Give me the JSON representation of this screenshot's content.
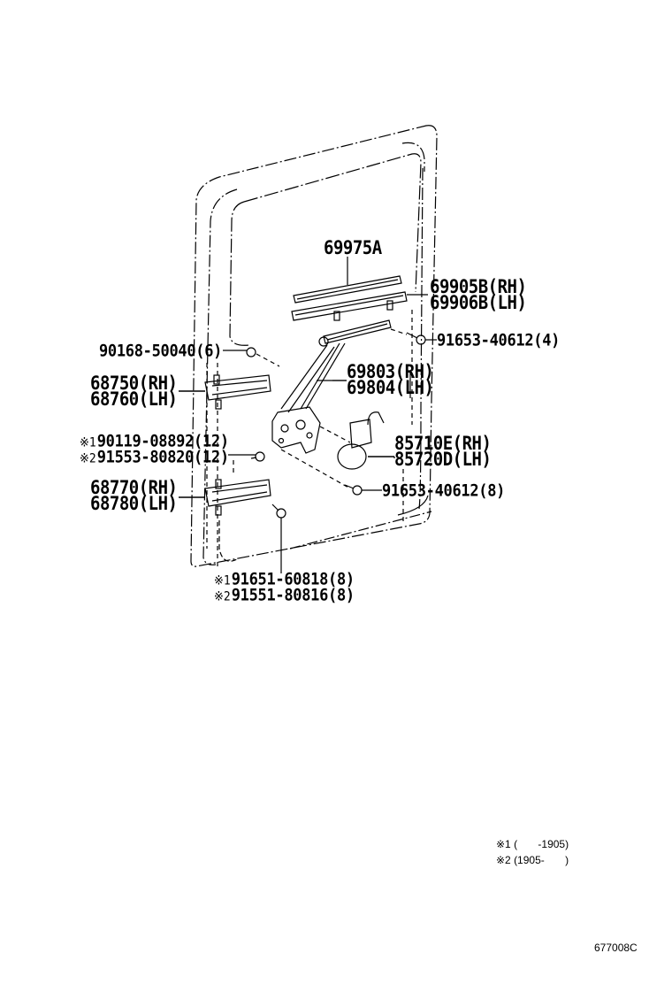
{
  "diagram": {
    "type": "exploded-parts-diagram",
    "subject": "sliding door window regulator assembly"
  },
  "callouts": {
    "glass_channel": "69975A",
    "run_channel_rh": "69905B(RH)",
    "run_channel_lh": "69906B(LH)",
    "bolt_top_right": "91653-40612(4)",
    "clip_top_left": "90168-50040(6)",
    "regulator_rh": "69803(RH)",
    "regulator_lh": "69804(LH)",
    "upper_hinge_rh": "68750(RH)",
    "upper_hinge_lh": "68760(LH)",
    "bolt_left_1_mark": "※1",
    "bolt_left_1": "90119-08892(12)",
    "bolt_left_2_mark": "※2",
    "bolt_left_2": "91553-80820(12)",
    "motor_rh": "85710E(RH)",
    "motor_lh": "85720D(LH)",
    "bolt_mid_right": "91653-40612(8)",
    "lower_hinge_rh": "68770(RH)",
    "lower_hinge_lh": "68780(LH)",
    "bolt_bottom_1_mark": "※1",
    "bolt_bottom_1": "91651-60818(8)",
    "bolt_bottom_2_mark": "※2",
    "bolt_bottom_2": "91551-80816(8)"
  },
  "legend": {
    "note_1": "※1 (       -1905)",
    "note_2": "※2 (1905-       )"
  },
  "figure_code": "677008C"
}
